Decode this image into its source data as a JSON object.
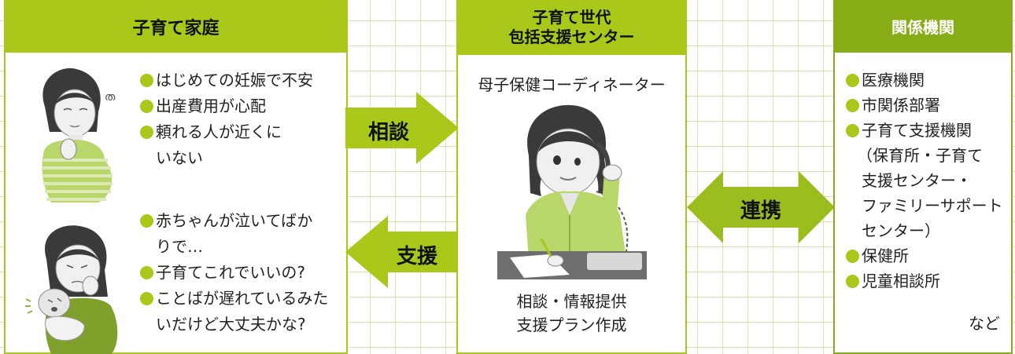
{
  "left_panel": {
    "title": "子育て家庭",
    "group1": [
      {
        "text": "はじめての妊娠で不安"
      },
      {
        "text": "出産費用が心配"
      },
      {
        "text": "頼れる人が近くに",
        "cont": "いない"
      }
    ],
    "group2": [
      {
        "text": "赤ちゃんが泣いてばか",
        "cont": "りで…"
      },
      {
        "text": "子育てこれでいいの?"
      },
      {
        "text": "ことばが遅れているみた",
        "cont": "いだけど大丈夫かな?"
      }
    ]
  },
  "arrows": {
    "consult": "相談",
    "support": "支援",
    "cooperate": "連携"
  },
  "center_panel": {
    "title_line1": "子育て世代",
    "title_line2": "包括支援センター",
    "role": "母子保健コーディネーター",
    "service1": "相談・情報提供",
    "service2": "支援プラン作成"
  },
  "right_panel": {
    "title": "関係機関",
    "items": [
      {
        "text": "医療機関"
      },
      {
        "text": "市関係部署"
      },
      {
        "text": "子育て支援機関",
        "lines": [
          "（保育所・子育て",
          "支援センター・",
          "ファミリーサポート",
          "センター）"
        ]
      },
      {
        "text": "保健所"
      },
      {
        "text": "児童相談所"
      }
    ],
    "etc": "など"
  },
  "colors": {
    "green": "#a9c81a",
    "dark_green": "#88ac16",
    "grid": "#d7e6a8"
  }
}
